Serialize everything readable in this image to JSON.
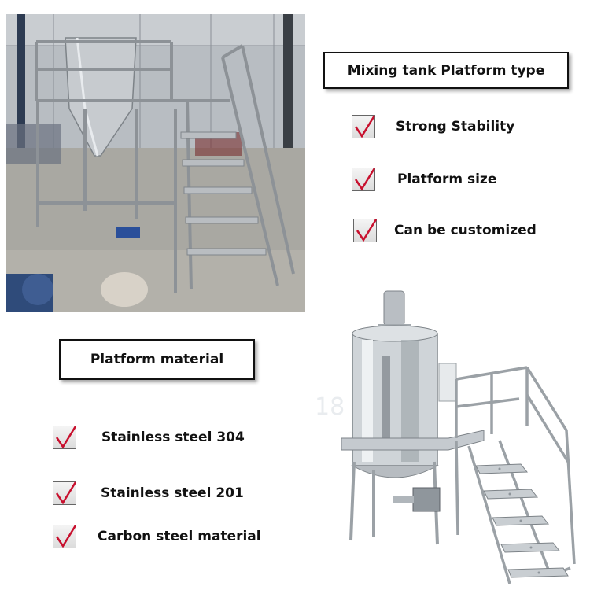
{
  "platform_type": {
    "title": "Mixing tank Platform type",
    "items": [
      "Strong Stability",
      "Platform size",
      "Can be customized"
    ]
  },
  "platform_material": {
    "title": "Platform material",
    "items": [
      "Stainless steel 304",
      "Stainless steel 201",
      "Carbon steel material"
    ]
  },
  "watermark": "18",
  "icons": {
    "checkbox": "checkbox-checked-icon"
  },
  "colors": {
    "check_mark": "#c8102e",
    "box_border": "#111111"
  }
}
